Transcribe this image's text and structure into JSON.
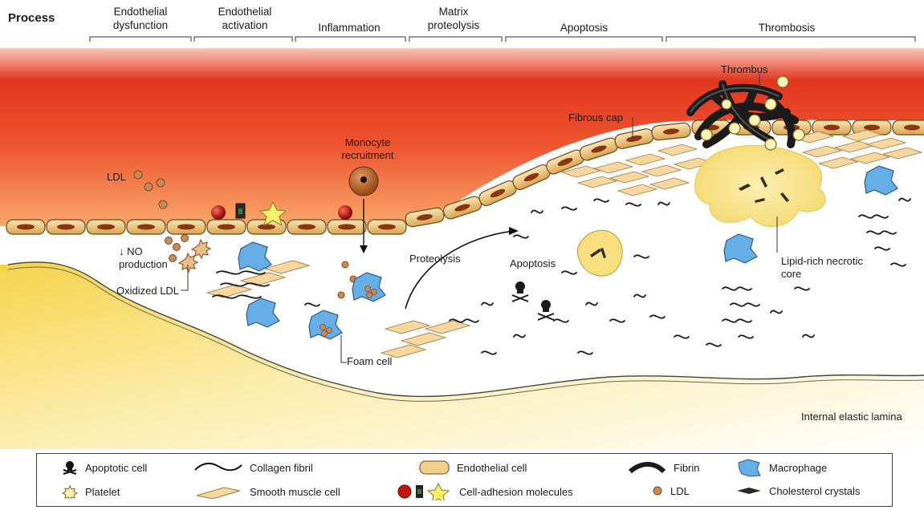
{
  "header": {
    "process_label": "Process",
    "stages": [
      {
        "label": "Endothelial dysfunction"
      },
      {
        "label": "Endothelial activation"
      },
      {
        "label": "Inflammation"
      },
      {
        "label": "Matrix proteolysis"
      },
      {
        "label": "Apoptosis"
      },
      {
        "label": "Thrombosis"
      }
    ]
  },
  "annotations": {
    "ldl": "LDL",
    "no_production": "↓ NO production",
    "oxidized_ldl": "Oxidized LDL",
    "monocyte_recruitment": "Monocyte recruitment",
    "foam_cell": "Foam cell",
    "proteolysis": "Proteolysis",
    "apoptosis": "Apoptosis",
    "fibrous_cap": "Fibrous cap",
    "thrombus": "Thrombus",
    "lipid_core": "Lipid-rich necrotic core",
    "internal_elastic_lamina": "Internal elastic lamina"
  },
  "legend": {
    "items": [
      {
        "label": "Apoptotic cell",
        "icon": "skull-icon"
      },
      {
        "label": "Platelet",
        "icon": "platelet-icon"
      },
      {
        "label": "Collagen fibril",
        "icon": "collagen-fibril-icon"
      },
      {
        "label": "Smooth muscle cell",
        "icon": "smooth-muscle-cell-icon"
      },
      {
        "label": "Endothelial cell",
        "icon": "endothelial-cell-icon"
      },
      {
        "label": "Cell-adhesion molecules",
        "icon": "adhesion-molecules-icon"
      },
      {
        "label": "Fibrin",
        "icon": "fibrin-icon"
      },
      {
        "label": "LDL",
        "icon": "ldl-dot-icon"
      },
      {
        "label": "Macrophage",
        "icon": "macrophage-icon"
      },
      {
        "label": "Cholesterol crystals",
        "icon": "cholesterol-crystal-icon"
      }
    ]
  },
  "colors": {
    "lumen_top": "#e83222",
    "lumen_bottom": "#f9a070",
    "endothelial_fill": "#f2d08c",
    "nucleus": "#8a3410",
    "macrophage": "#5aa7e0",
    "smooth_muscle": "#f5d79c",
    "intima_yellow": "#f8df6e",
    "ldl": "#c98a5a"
  }
}
